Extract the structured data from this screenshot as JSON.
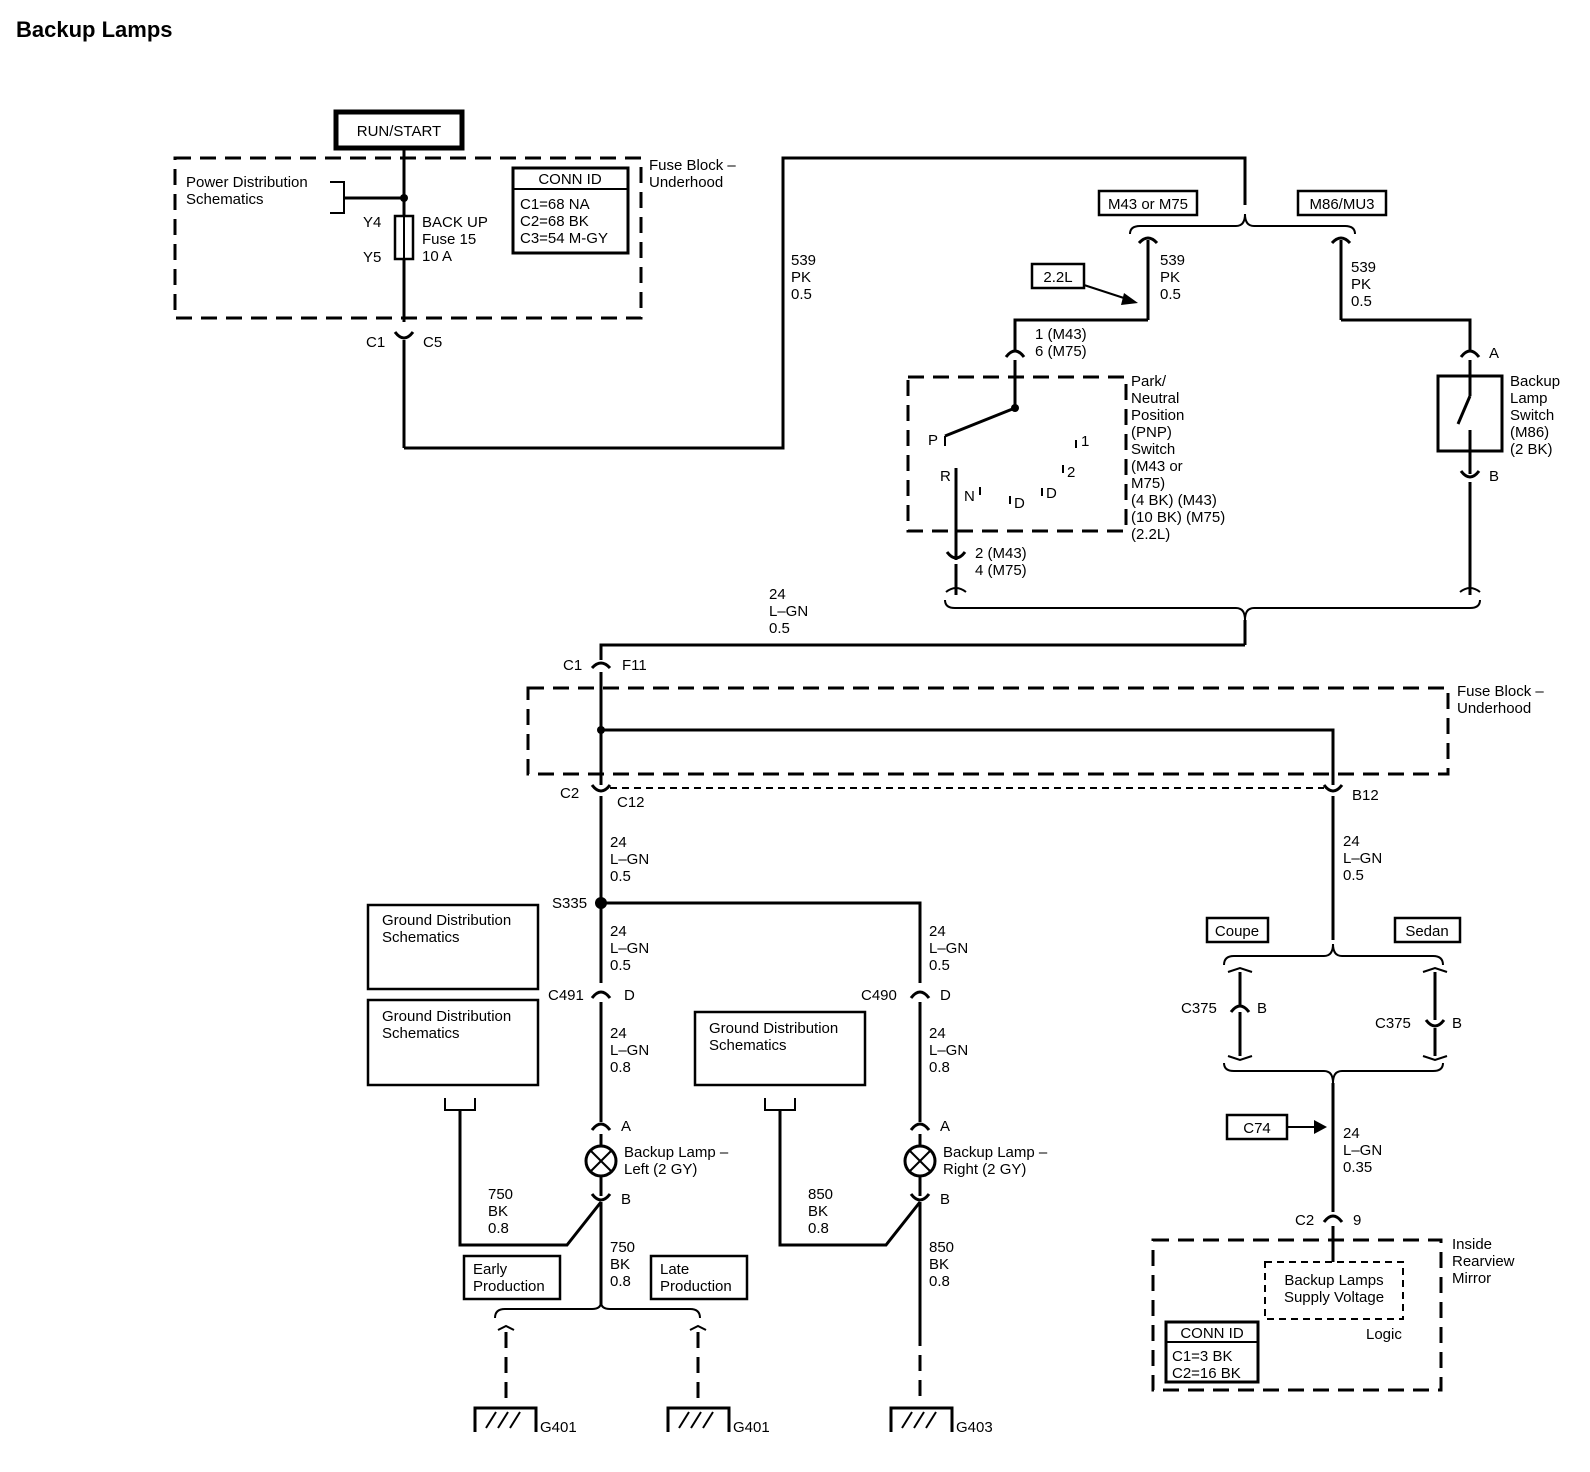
{
  "title": "Backup Lamps",
  "power": {
    "run_start": "RUN/START",
    "pds_line1": "Power Distribution",
    "pds_line2": "Schematics",
    "y4": "Y4",
    "y5": "Y5",
    "fuse_l1": "BACK UP",
    "fuse_l2": "Fuse 15",
    "fuse_l3": "10 A",
    "conn_title": "CONN ID",
    "conn_c1": "C1=68 NA",
    "conn_c2": "C2=68 BK",
    "conn_c3": "C3=54 M-GY",
    "fb_l1": "Fuse Block –",
    "fb_l2": "Underhood",
    "c1": "C1",
    "c5": "C5"
  },
  "wire539": {
    "circuit": "539",
    "color": "PK",
    "size": "0.5"
  },
  "options": {
    "m43_m75": "M43 or M75",
    "m86_mu3": "M86/MU3",
    "l22": "2.2L"
  },
  "pnp": {
    "pin_top_l1": "1 (M43)",
    "pin_top_l2": "6 (M75)",
    "pin_bot_l1": "2 (M43)",
    "pin_bot_l2": "4 (M75)",
    "name_lines": [
      "Park/",
      "Neutral",
      "Position",
      "(PNP)",
      "Switch",
      "(M43 or",
      "M75)",
      "(4 BK) (M43)",
      "(10 BK) (M75)",
      "(2.2L)"
    ],
    "pos_p": "P",
    "pos_r": "R",
    "pos_n": "N",
    "pos_d1": "D",
    "pos_d2": "D",
    "pos_2": "2",
    "pos_1": "1"
  },
  "bls": {
    "pin_a": "A",
    "pin_b": "B",
    "name_lines": [
      "Backup",
      "Lamp",
      "Switch",
      "(M86)",
      "(2 BK)"
    ]
  },
  "wire24": {
    "circuit": "24",
    "color": "L–GN",
    "size": "0.5",
    "size_08": "0.8",
    "size_035": "0.35"
  },
  "fb2": {
    "c1": "C1",
    "f11": "F11",
    "c2": "C2",
    "c12": "C12",
    "b12": "B12",
    "l1": "Fuse Block –",
    "l2": "Underhood"
  },
  "splice": "S335",
  "gds_line1": "Ground Distribution",
  "gds_line2": "Schematics",
  "c491": "C491",
  "c490": "C490",
  "pin_d": "D",
  "pin_a": "A",
  "pin_b": "B",
  "lamp_left_l1": "Backup Lamp –",
  "lamp_left_l2": "Left (2 GY)",
  "lamp_right_l1": "Backup Lamp –",
  "lamp_right_l2": "Right (2 GY)",
  "wire750": {
    "circuit": "750",
    "color": "BK",
    "size": "0.8"
  },
  "wire850": {
    "circuit": "850",
    "color": "BK",
    "size": "0.8"
  },
  "early_l1": "Early",
  "early_l2": "Production",
  "late_l1": "Late",
  "late_l2": "Production",
  "g401": "G401",
  "g403": "G403",
  "coupe": "Coupe",
  "sedan": "Sedan",
  "c375": "C375",
  "c74": "C74",
  "mirror": {
    "c2": "C2",
    "pin9": "9",
    "l1": "Inside",
    "l2": "Rearview",
    "l3": "Mirror",
    "supply_l1": "Backup Lamps",
    "supply_l2": "Supply Voltage",
    "logic": "Logic",
    "conn_title": "CONN ID",
    "conn_c1": "C1=3 BK",
    "conn_c2": "C2=16 BK"
  }
}
